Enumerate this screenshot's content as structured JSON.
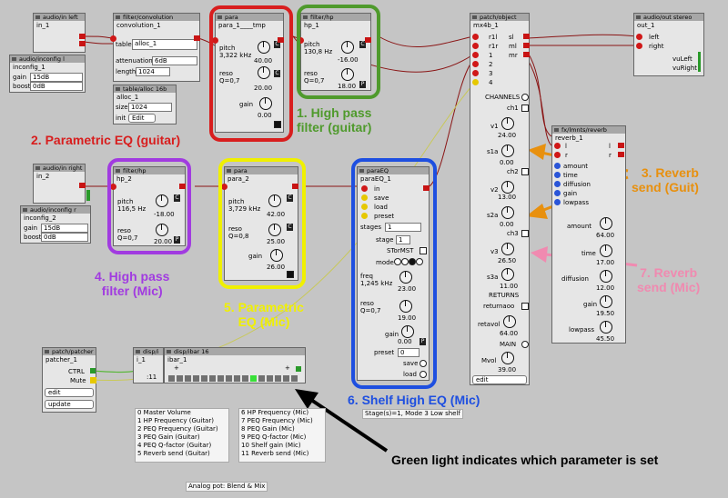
{
  "objects": {
    "in_left": {
      "header": "audio/in left",
      "name": "in_1"
    },
    "inconfig_l": {
      "header": "audio/inconfig l",
      "name": "inconfig_1",
      "gain_label": "gain",
      "gain_value": "15dB",
      "boost_label": "boost",
      "boost_value": "0dB"
    },
    "convolution": {
      "header": "filter/convolution",
      "name": "convolution_1",
      "table_label": "table",
      "table_value": "alloc_1",
      "atten_label": "attenuation",
      "atten_value": "6dB",
      "length_label": "length",
      "length_value": "1024"
    },
    "alloc": {
      "header": "table/alloc 16b",
      "name": "alloc_1",
      "size_label": "size",
      "size_value": "1024",
      "init_label": "init",
      "edit_label": "Edit"
    },
    "para1": {
      "header": "para",
      "name": "para_1____tmp",
      "pitch_label": "pitch",
      "pitch_value": "3,322 kHz",
      "pitch_num": "40.00",
      "reso_label": "reso",
      "reso_value": "Q=0,7",
      "reso_num": "20.00",
      "gain_label": "gain",
      "gain_num": "0.00"
    },
    "hp1": {
      "header": "filter/hp",
      "name": "hp_1",
      "pitch_label": "pitch",
      "pitch_value": "130,8 Hz",
      "pitch_num": "-16.00",
      "reso_label": "reso",
      "reso_value": "Q=0,7",
      "reso_num": "18.00"
    },
    "in_right": {
      "header": "audio/in right",
      "name": "in_2"
    },
    "inconfig_r": {
      "header": "audio/inconfig r",
      "name": "inconfig_2",
      "gain_label": "gain",
      "gain_value": "15dB",
      "boost_label": "boost",
      "boost_value": "0dB"
    },
    "hp2": {
      "header": "filter/hp",
      "name": "hp_2",
      "pitch_label": "pitch",
      "pitch_value": "116,5 Hz",
      "pitch_num": "-18.00",
      "reso_label": "reso",
      "reso_value": "Q=0,7",
      "reso_num": "20.00"
    },
    "para2": {
      "header": "para",
      "name": "para_2",
      "pitch_label": "pitch",
      "pitch_value": "3,729 kHz",
      "pitch_num": "42.00",
      "reso_label": "reso",
      "reso_value": "Q=0,8",
      "reso_num": "25.00",
      "gain_label": "gain",
      "gain_num": "26.00"
    },
    "paraeq": {
      "header": "paraEQ",
      "name": "paraEQ_1",
      "in_label": "in",
      "save_label": "save",
      "load_label": "load",
      "preset_label": "preset",
      "stages_label": "stages",
      "stages_value": "1",
      "stage_label": "stage",
      "stage_value": "1",
      "stormst_label": "STorMST",
      "mode_label": "mode",
      "freq_label": "freq",
      "freq_value": "1,245 kHz",
      "freq_num": "23.00",
      "reso_label": "reso",
      "reso_value": "Q=0,7",
      "reso_num": "19.00",
      "gain_label": "gain",
      "gain_num": "0.00",
      "preset2_label": "preset",
      "preset2_value": "0",
      "save2_label": "save",
      "load2_label": "load",
      "footer": "Stage(s)=1, Mode 3 Low shelf"
    },
    "mx": {
      "header": "patch/object",
      "name": "mx4b_1",
      "outs": [
        "r1l",
        "r1r",
        "1",
        "2",
        "3",
        "4"
      ],
      "outs2": [
        "sl",
        "ml",
        "mr"
      ],
      "channels_label": "CHANNELS",
      "ch1": "ch1",
      "v1": "v1",
      "v1_num": "24.00",
      "s1a": "s1a",
      "s1a_num": "0.00",
      "ch2": "ch2",
      "v2": "v2",
      "v2_num": "13.00",
      "s2a": "s2a",
      "s2a_num": "0.00",
      "ch3": "ch3",
      "v3": "v3",
      "v3_num": "26.50",
      "s3a": "s3a",
      "s3a_num": "11.00",
      "returns_label": "RETURNS",
      "returnaoo": "returnaoo",
      "retavol": "retavol",
      "retavol_num": "64.00",
      "main_label": "MAIN",
      "mvol": "Mvol",
      "mvol_num": "39.00",
      "edit_label": "edit"
    },
    "reverb": {
      "header": "fx/lmnts/reverb",
      "name": "reverb_1",
      "in_l": "l",
      "in_r": "r",
      "out_l": "l",
      "out_r": "r",
      "rows": [
        "amount",
        "time",
        "diffusion",
        "gain",
        "lowpass"
      ],
      "amount": "amount",
      "amount_num": "64.00",
      "time": "time",
      "time_num": "17.00",
      "diffusion": "diffusion",
      "diffusion_num": "12.00",
      "gain": "gain",
      "gain_num": "19.50",
      "lowpass": "lowpass",
      "lowpass_num": "45.50"
    },
    "outstereo": {
      "header": "audio/out stereo",
      "name": "out_1",
      "left": "left",
      "right": "right",
      "vuleft": "vuLeft",
      "vuright": "vuRight"
    },
    "patcher": {
      "header": "patch/patcher",
      "name": "patcher_1",
      "ctrl": "CTRL",
      "mute": "Mute",
      "edit_label": "edit",
      "update_label": "update"
    },
    "disp_i": {
      "header": "disp/i",
      "name": "i_1",
      "value": ":11"
    },
    "ibar": {
      "header": "disp/ibar 16",
      "name": "ibar_1",
      "plus": "+",
      "active_index": 10
    }
  },
  "annotations": {
    "a1": "1. High pass\nfilter (guitar)",
    "a2": "2. Parametric EQ (guitar)",
    "a3": "3. Reverb\nsend (Guit)",
    "a4": "4. High pass\nfilter (Mic)",
    "a5": "5. Parametric\nEQ (Mic)",
    "a6": "6. Shelf High EQ (Mic)",
    "a7": "7. Reverb\nsend (Mic)",
    "green": "Green light indicates which parameter is set"
  },
  "legend": {
    "left": [
      "0 Master Volume",
      "1 HP Frequency (Guitar)",
      "2 PEQ Frequency (Guitar)",
      "3 PEQ Gain (Guitar)",
      "4 PEQ Q-factor (Guitar)",
      "5 Reverb send (Guitar)"
    ],
    "right": [
      "6 HP Frequency (Mic)",
      "7 PEQ Frequency (Mic)",
      "8 PEQ Gain (Mic)",
      "9 PEQ Q-factor (Mic)",
      "10 Shelf gain (Mic)",
      "11 Reverb send (Mic)"
    ],
    "analog": "Analog pot: Blend & Mix"
  },
  "colors": {
    "red": "#d81e1e",
    "green": "#4f9a2c",
    "orange": "#e8900e",
    "purple": "#a13be0",
    "yellow": "#f0f000",
    "blue": "#1e4fe0",
    "pink": "#f08ab0",
    "wire": "#8a1515"
  }
}
